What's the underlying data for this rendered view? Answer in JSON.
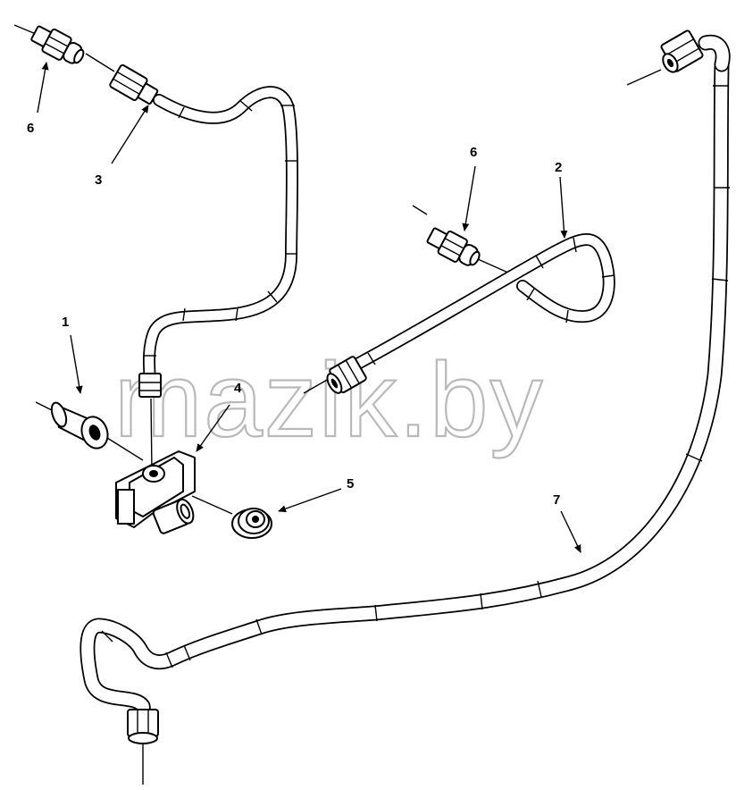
{
  "watermark": "mazik.by",
  "callouts": [
    {
      "id": "c1",
      "text": "1"
    },
    {
      "id": "c2",
      "text": "2"
    },
    {
      "id": "c3",
      "text": "3"
    },
    {
      "id": "c4",
      "text": "4"
    },
    {
      "id": "c5",
      "text": "5"
    },
    {
      "id": "c6a",
      "text": "6"
    },
    {
      "id": "c6b",
      "text": "6"
    },
    {
      "id": "c7",
      "text": "7"
    }
  ]
}
